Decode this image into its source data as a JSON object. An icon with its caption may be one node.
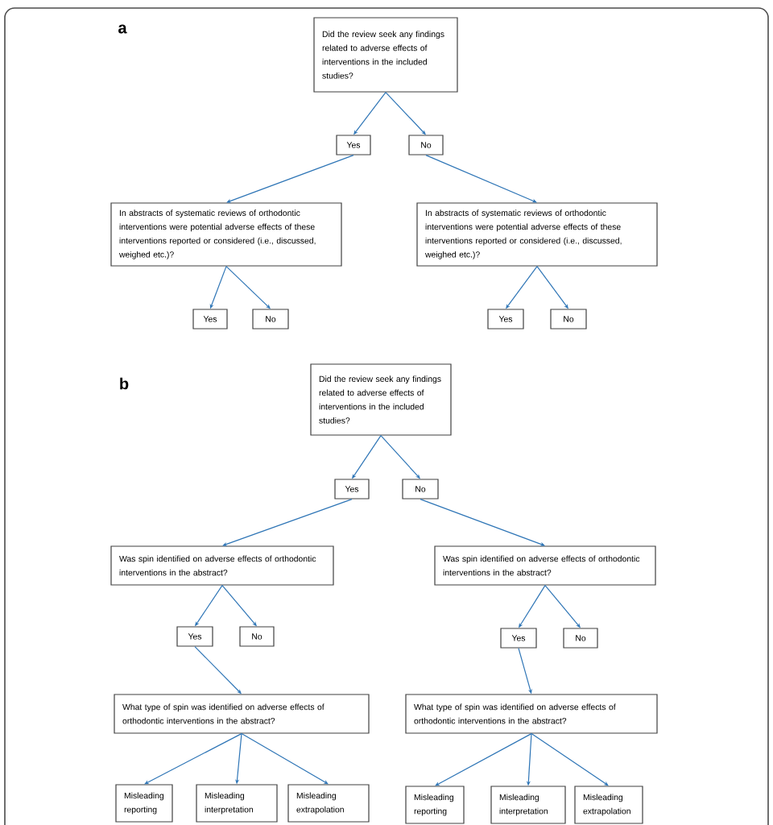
{
  "diagram": {
    "nodes": [
      {
        "text": [
          "Did the review seek any findings related to adverse effects of interventions in the included studies?"
        ]
      },
      {
        "text": [
          "Yes"
        ]
      },
      {
        "text": [
          "No"
        ]
      },
      {
        "text": [
          "In abstracts of systematic reviews of orthodontic interventions were potential adverse effects of these interventions reported or considered (i.e., discussed, weighed etc.)?"
        ]
      },
      {
        "text": [
          "In abstracts of systematic reviews of orthodontic interventions were potential adverse effects of these interventions reported or considered (i.e., discussed, weighed etc.)?"
        ]
      },
      {
        "text": [
          "Yes"
        ]
      },
      {
        "text": [
          "No"
        ]
      },
      {
        "text": [
          "Yes"
        ]
      },
      {
        "text": [
          "No"
        ]
      },
      {
        "text": [
          "Did the review seek any findings related to adverse effects of interventions in the included studies?"
        ]
      },
      {
        "text": [
          "Yes"
        ]
      },
      {
        "text": [
          "No"
        ]
      },
      {
        "text": [
          "Was spin identified on adverse effects of orthodontic interventions in the abstract?"
        ]
      },
      {
        "text": [
          "Was spin identified on adverse effects of orthodontic interventions in the abstract?"
        ]
      },
      {
        "text": [
          "Yes"
        ]
      },
      {
        "text": [
          "No"
        ]
      },
      {
        "text": [
          "Yes"
        ]
      },
      {
        "text": [
          "No"
        ]
      },
      {
        "text": [
          "What type of spin was identified on adverse effects of orthodontic interventions in the abstract?"
        ]
      },
      {
        "text": [
          "What type of spin was identified on adverse effects of orthodontic interventions in the abstract?"
        ]
      },
      {
        "text": [
          "Misleading reporting"
        ]
      },
      {
        "text": [
          "Misleading interpretation"
        ]
      },
      {
        "text": [
          "Misleading extrapolation"
        ]
      },
      {
        "text": [
          "Misleading reporting"
        ]
      },
      {
        "text": [
          "Misleading interpretation"
        ]
      },
      {
        "text": [
          "Misleading extrapolation"
        ]
      }
    ],
    "edges": [
      {
        "from": 0,
        "to": 1,
        "arrow": "to"
      },
      {
        "from": 0,
        "to": 2,
        "arrow": "to"
      },
      {
        "from": 1,
        "to": 3,
        "arrow": "to"
      },
      {
        "from": 2,
        "to": 4,
        "arrow": "to"
      },
      {
        "from": 3,
        "to": 5,
        "arrow": "to"
      },
      {
        "from": 3,
        "to": 6,
        "arrow": "to"
      },
      {
        "from": 4,
        "to": 7,
        "arrow": "to"
      },
      {
        "from": 4,
        "to": 8,
        "arrow": "to"
      },
      {
        "from": 9,
        "to": 10,
        "arrow": "to"
      },
      {
        "from": 9,
        "to": 11,
        "arrow": "to"
      },
      {
        "from": 10,
        "to": 12,
        "arrow": "to"
      },
      {
        "from": 11,
        "to": 13,
        "arrow": "to"
      },
      {
        "from": 12,
        "to": 14,
        "arrow": "to"
      },
      {
        "from": 12,
        "to": 15,
        "arrow": "to"
      },
      {
        "from": 13,
        "to": 16,
        "arrow": "to"
      },
      {
        "from": 13,
        "to": 17,
        "arrow": "to"
      },
      {
        "from": 14,
        "to": 18,
        "arrow": "to"
      },
      {
        "from": 16,
        "to": 19,
        "arrow": "to"
      },
      {
        "from": 18,
        "to": 20,
        "arrow": "to"
      },
      {
        "from": 18,
        "to": 21,
        "arrow": "to"
      },
      {
        "from": 18,
        "to": 22,
        "arrow": "to"
      },
      {
        "from": 19,
        "to": 23,
        "arrow": "to"
      },
      {
        "from": 19,
        "to": 24,
        "arrow": "to"
      },
      {
        "from": 19,
        "to": 25,
        "arrow": "to"
      }
    ],
    "labels": [
      "a",
      "b"
    ]
  }
}
